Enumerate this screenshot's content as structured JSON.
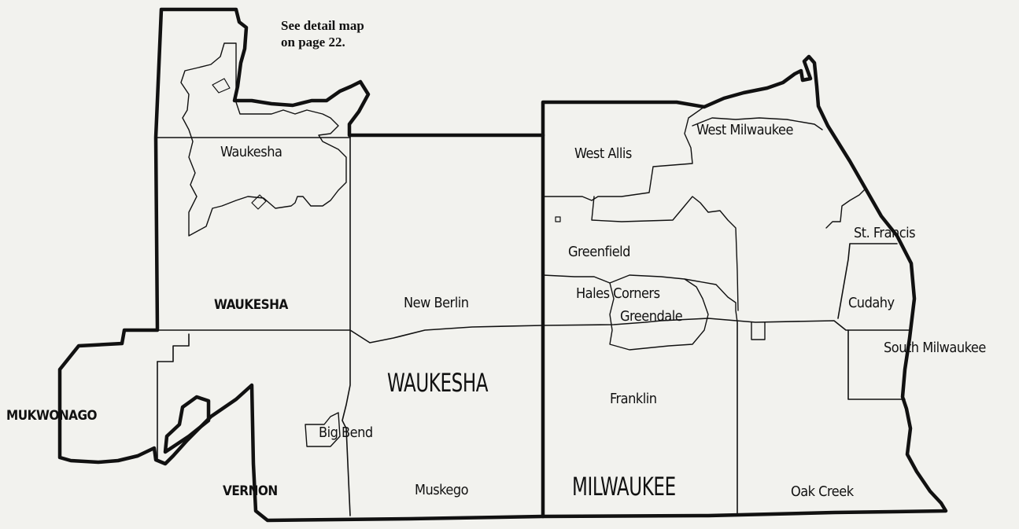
{
  "note": {
    "line1": "See detail map",
    "line2": "on page 22."
  },
  "counties": {
    "waukesha": "WAUKESHA",
    "milwaukee": "MILWAUKEE"
  },
  "towns": {
    "waukesha": "WAUKESHA",
    "mukwonago": "MUKWONAGO",
    "vernon": "VERNON"
  },
  "places": {
    "waukesha": "Waukesha",
    "new_berlin": "New Berlin",
    "big_bend": "Big Bend",
    "muskego": "Muskego",
    "west_allis": "West Allis",
    "west_milwaukee": "West Milwaukee",
    "greenfield": "Greenfield",
    "hales_corners": "Hales Corners",
    "greendale": "Greendale",
    "franklin": "Franklin",
    "oak_creek": "Oak Creek",
    "st_francis": "St. Francis",
    "cudahy": "Cudahy",
    "south_milwaukee": "South Milwaukee"
  },
  "colors": {
    "background": "#f2f2ee",
    "ink": "#111111"
  }
}
